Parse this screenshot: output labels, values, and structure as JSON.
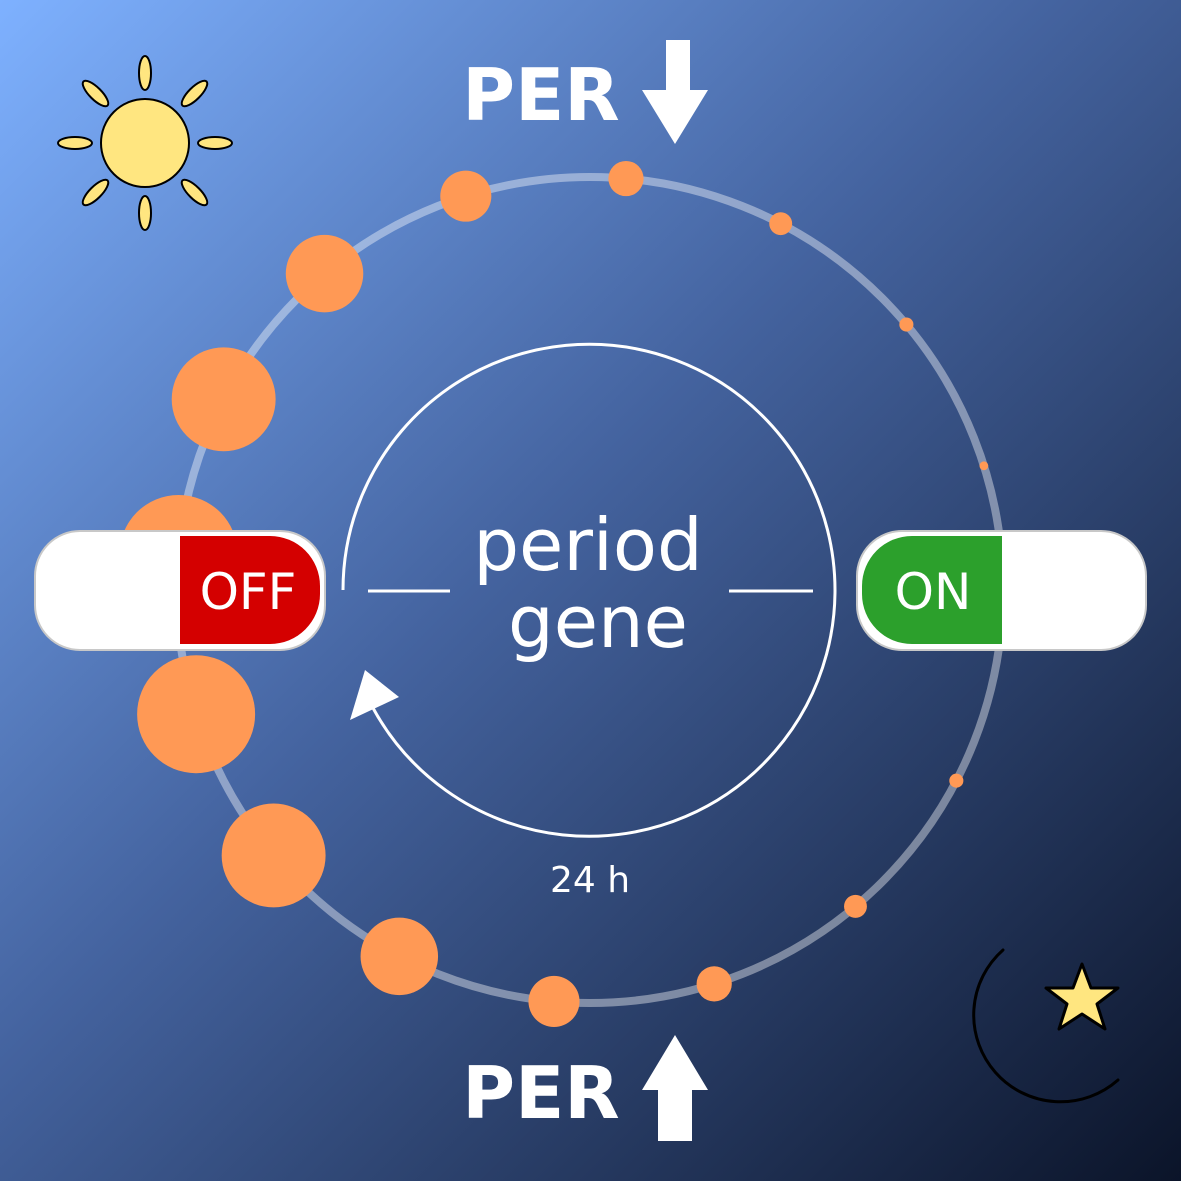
{
  "labels": {
    "per_top": "PER",
    "per_bottom": "PER",
    "gene_line1": "period",
    "gene_line2": "gene",
    "off_switch": "OFF",
    "on_switch": "ON",
    "period": "24 h"
  },
  "icons": {
    "day": "sun-icon",
    "night": "moon-star-icon",
    "decrease": "arrow-down-icon",
    "increase": "arrow-up-icon",
    "cycle": "cycle-arrow-icon"
  },
  "colors": {
    "background_light": "#7eb1ff",
    "background_mid": "#44639f",
    "background_dark": "#0b1429",
    "per_protein": "#ff9955",
    "off": "#d40000",
    "on": "#2ca02c",
    "sun": "#ffe680",
    "moon": "#ffe680"
  },
  "per_levels": [
    0.2,
    0.13,
    0.08,
    0.05,
    0.05,
    0.08,
    0.13,
    0.2,
    0.29,
    0.44,
    0.59,
    0.67,
    0.67,
    0.59,
    0.44,
    0.29
  ]
}
